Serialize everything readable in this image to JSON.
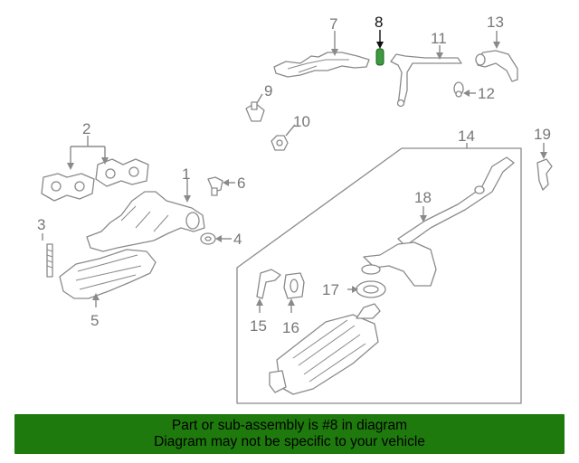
{
  "diagram": {
    "callouts": [
      "1",
      "2",
      "3",
      "4",
      "5",
      "6",
      "7",
      "8",
      "9",
      "10",
      "11",
      "12",
      "13",
      "14",
      "15",
      "16",
      "17",
      "18",
      "19"
    ],
    "highlighted_part": "8",
    "highlight_color": "#3e9a3e",
    "line_color": "#8a8a8a"
  },
  "banner": {
    "line1": "Part or sub-assembly is #8 in diagram",
    "line2": "Diagram may not be specific to your vehicle",
    "background": "#1f7a0e"
  }
}
